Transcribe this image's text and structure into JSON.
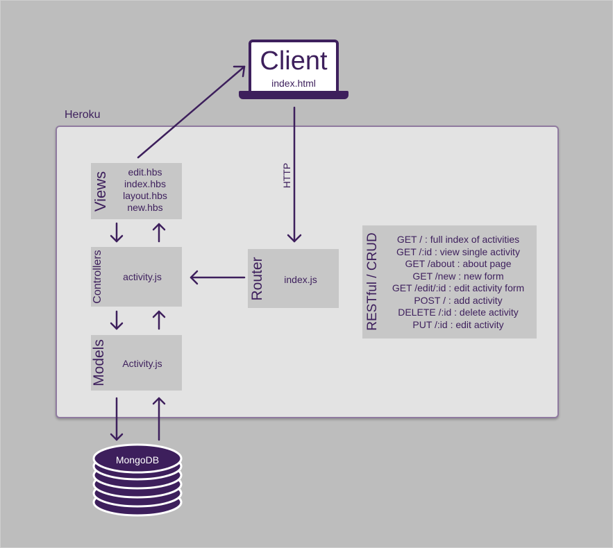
{
  "client": {
    "title": "Client",
    "file": "index.html"
  },
  "heroku": {
    "label": "Heroku"
  },
  "http_label": "HTTP",
  "views": {
    "label": "Views",
    "files": [
      "edit.hbs",
      "index.hbs",
      "layout.hbs",
      "new.hbs"
    ]
  },
  "controllers": {
    "label": "Controllers",
    "file": "activity.js"
  },
  "models": {
    "label": "Models",
    "file": "Activity.js"
  },
  "router": {
    "label": "Router",
    "file": "index.js"
  },
  "restful": {
    "label": "RESTful / CRUD",
    "routes": [
      "GET / : full index of activities",
      "GET /:id : view single activity",
      "GET /about : about page",
      "GET /new : new form",
      "GET /edit/:id : edit activity form",
      "POST / : add activity",
      "DELETE /:id : delete activity",
      "PUT /:id : edit activity"
    ]
  },
  "database": {
    "label": "MongoDB"
  },
  "colors": {
    "accent": "#3d1f5c",
    "background": "#bdbdbd",
    "panel": "#e3e3e3",
    "box": "#c7c7c7"
  }
}
